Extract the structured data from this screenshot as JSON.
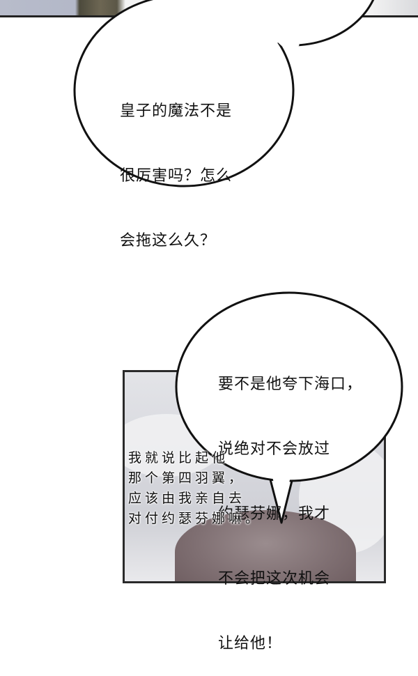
{
  "bubble_1": {
    "lines": [
      "皇子的魔法不是",
      "很厉害吗？怎么",
      "会拖这么久？"
    ]
  },
  "bubble_2": {
    "lines": [
      "要不是他夸下海口，",
      "说绝对不会放过",
      "约瑟芬娜，我才",
      "不会把这次机会",
      "让给他！"
    ]
  },
  "narration": {
    "lines": [
      "我就说比起他",
      "那个第四羽翼，",
      "应该由我亲自去",
      "对付约瑟芬娜嘛。"
    ]
  },
  "colors": {
    "ink": "#111111",
    "panel_border": "#2a2a2a",
    "hair": "#7f6f72"
  }
}
